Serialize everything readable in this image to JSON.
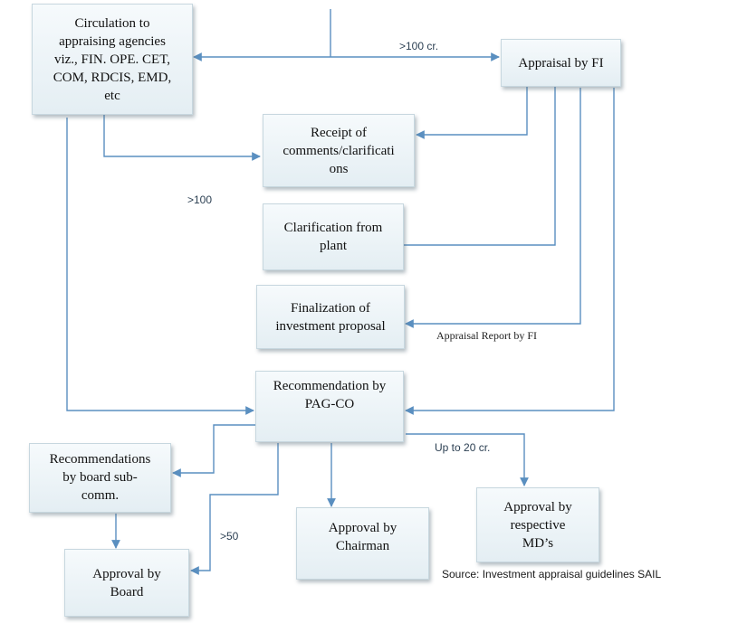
{
  "nodes": {
    "circulation": "Circulation to\nappraising agencies\nviz., FIN. OPE. CET,\nCOM, RDCIS, EMD,\netc",
    "appraisal_fi": "Appraisal by FI",
    "receipt": "Receipt of\ncomments/clarificati\nons",
    "clarification": "Clarification from\nplant",
    "finalization": "Finalization of\ninvestment proposal",
    "recommendation_pagco": "Recommendation by\nPAG-CO",
    "recommendations_board_sub": "Recommendations\nby board sub-\ncomm.",
    "approval_board": "Approval by\nBoard",
    "approval_chairman": "Approval by\nChairman",
    "approval_md": "Approval by\nrespective\nMD’s"
  },
  "edge_labels": {
    "gt100cr": ">100 cr.",
    "gt100": ">100",
    "appraisal_report": "Appraisal Report by FI",
    "upto20": "Up to 20 cr.",
    "gt50": ">50"
  },
  "source": "Source: Investment appraisal guidelines SAIL",
  "colors": {
    "arrow": "#5a8fc0",
    "box_border": "#c7d7df"
  }
}
